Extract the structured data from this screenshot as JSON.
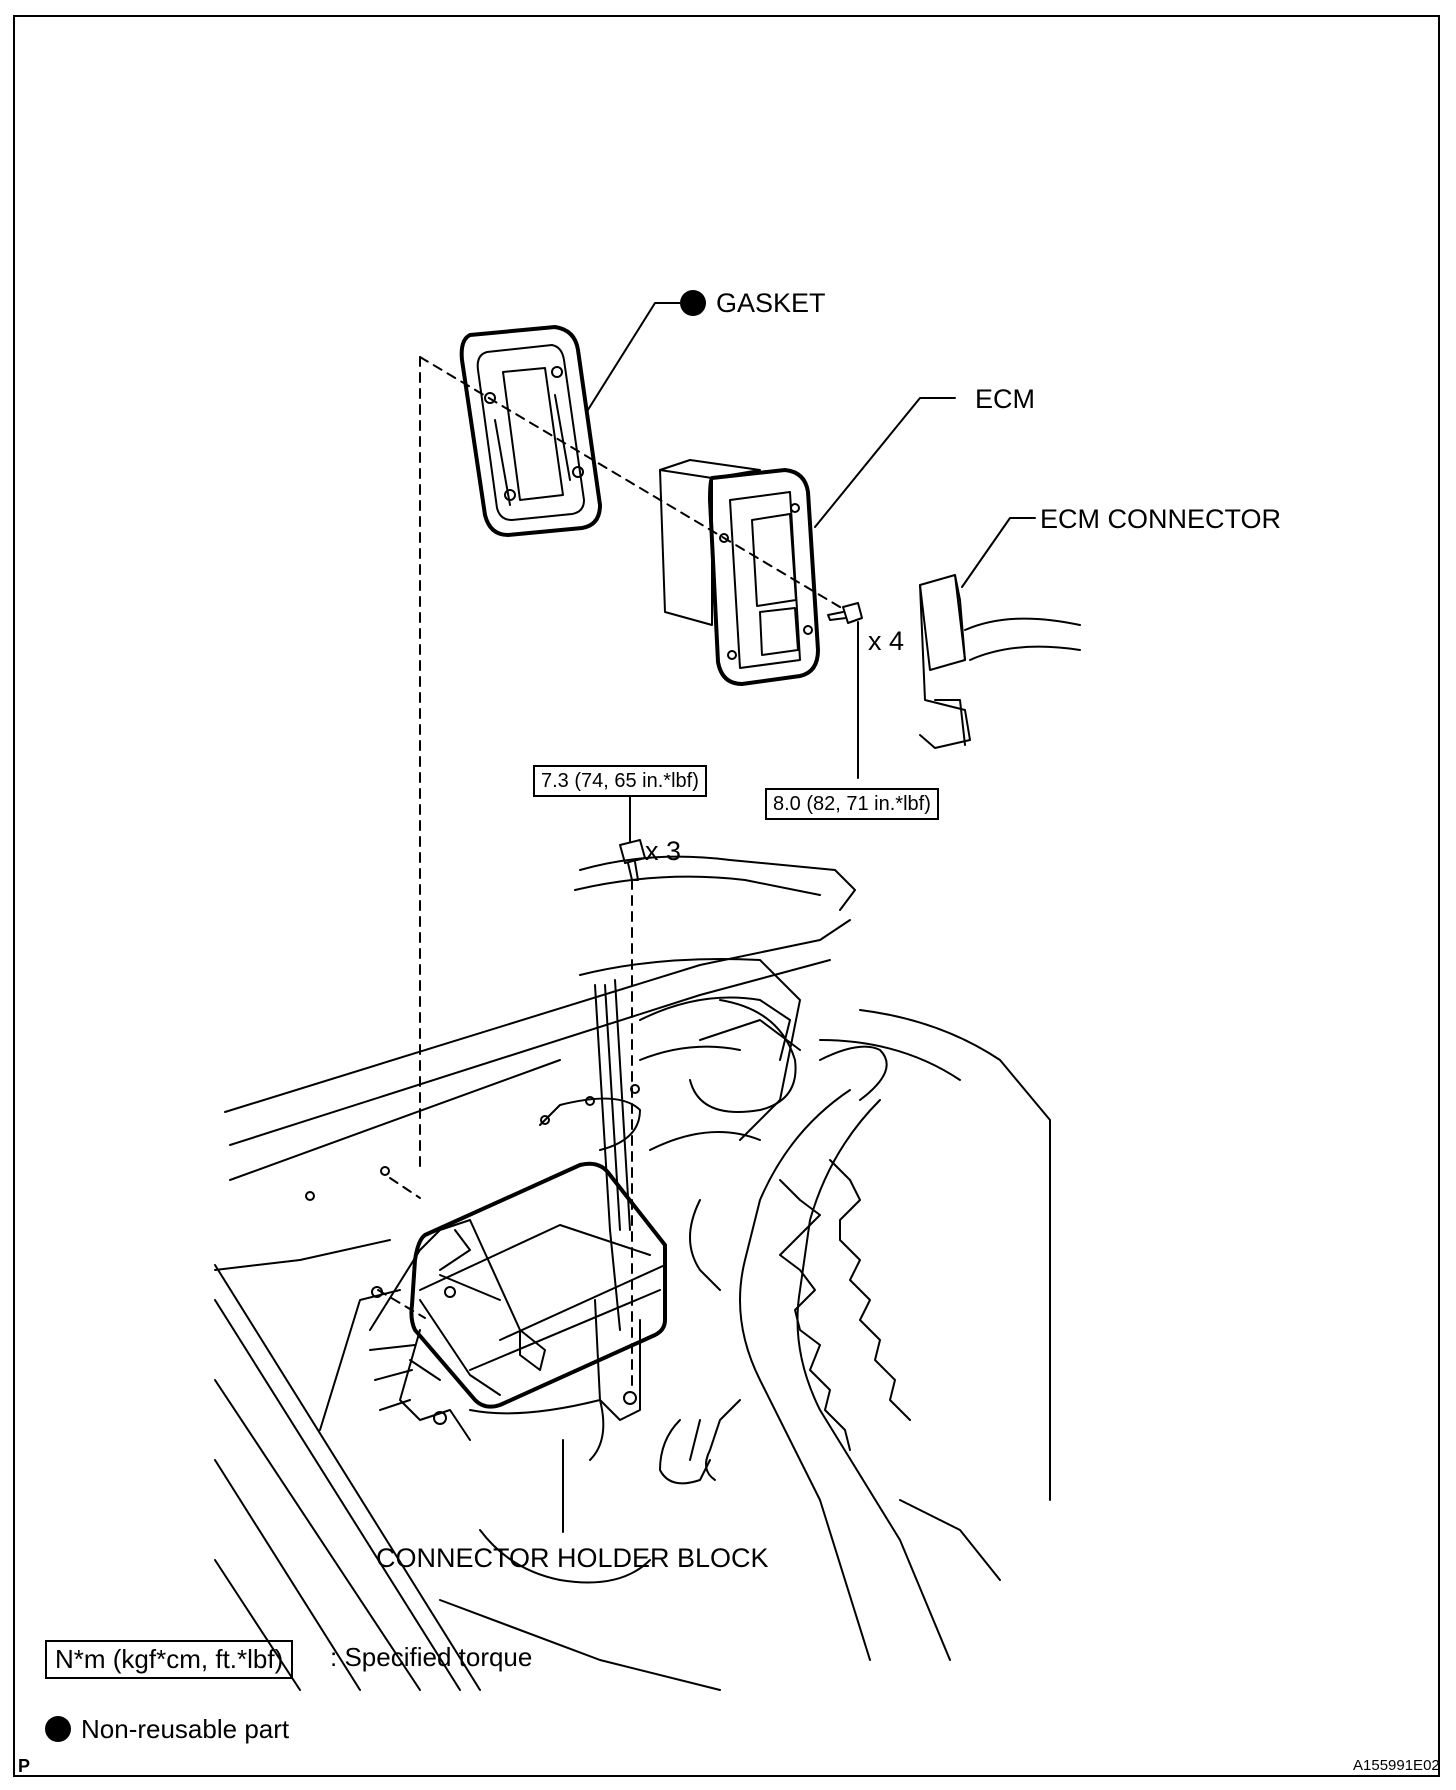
{
  "labels": {
    "gasket": "GASKET",
    "ecm": "ECM",
    "ecm_connector": "ECM CONNECTOR",
    "qty_ecm_bolts": "x 4",
    "qty_holder_bolts": "x 3",
    "connector_holder_block": "CONNECTOR HOLDER BLOCK"
  },
  "torques": {
    "holder_bolts": "7.3 (74, 65 in.*lbf)",
    "ecm_bolts": "8.0 (82, 71 in.*lbf)"
  },
  "legend": {
    "torque_unit": "N*m (kgf*cm, ft.*lbf)",
    "torque_desc": ": Specified torque",
    "non_reusable": "Non-reusable part"
  },
  "corner": {
    "left": "P",
    "figure_id": "A155991E02"
  }
}
